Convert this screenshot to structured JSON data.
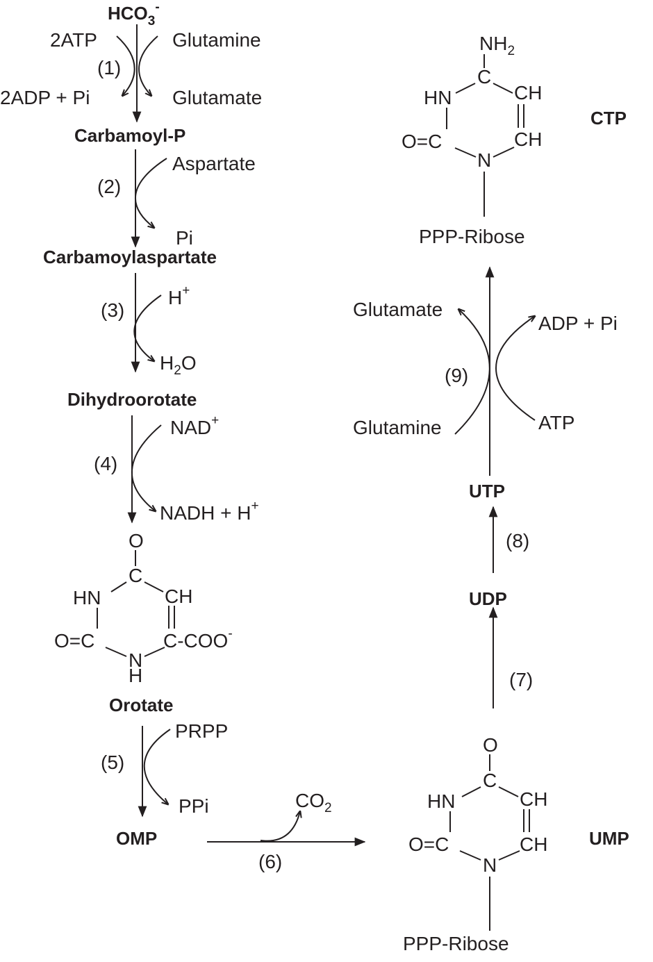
{
  "compounds": {
    "hco3": {
      "base": "HCO",
      "sub": "3",
      "sup": "-"
    },
    "carbamoyl_p": "Carbamoyl-P",
    "carbamoylaspartate": "Carbamoylaspartate",
    "dihydroorotate": "Dihydroorotate",
    "orotate": "Orotate",
    "omp": "OMP",
    "ump": "UMP",
    "udp": "UDP",
    "utp": "UTP",
    "ctp": "CTP"
  },
  "steps": [
    "(1)",
    "(2)",
    "(3)",
    "(4)",
    "(5)",
    "(6)",
    "(7)",
    "(8)",
    "(9)"
  ],
  "cofactors": {
    "s1_in_left": "2ATP",
    "s1_in_right": "Glutamine",
    "s1_out_left": "2ADP + Pi",
    "s1_out_right": "Glutamate",
    "s2_in": "Aspartate",
    "s2_out": "Pi",
    "s3_in": {
      "base": "H",
      "sup": "+"
    },
    "s3_out": {
      "base": "H",
      "sub": "2",
      "end": "O"
    },
    "s4_in": {
      "base": "NAD",
      "sup": "+"
    },
    "s4_out": {
      "base": "NADH + H",
      "sup": "+"
    },
    "s5_in": "PRPP",
    "s5_out": "PPi",
    "s6_out": {
      "base": "CO",
      "sub": "2"
    },
    "s9_in_left": "Glutamine",
    "s9_out_left": "Glutamate",
    "s9_in_right": "ATP",
    "s9_out_right": "ADP + Pi"
  },
  "structures": {
    "orotate": {
      "o_top": "O",
      "c_top": "C",
      "hn": "HN",
      "ch": "CH",
      "oc": "O=C",
      "c_coo": "C-COO",
      "coo_charge": "-",
      "n": "N",
      "h": "H"
    },
    "ump": {
      "o_top": "O",
      "c_top": "C",
      "hn": "HN",
      "ch1": "CH",
      "oc": "O=C",
      "ch2": "CH",
      "n": "N",
      "ribose": "PPP-Ribose"
    },
    "ctp": {
      "nh2": {
        "base": "NH",
        "sub": "2"
      },
      "c_top": "C",
      "hn": "HN",
      "ch1": "CH",
      "oc": "O=C",
      "ch2": "CH",
      "n": "N",
      "ribose": "PPP-Ribose"
    }
  }
}
